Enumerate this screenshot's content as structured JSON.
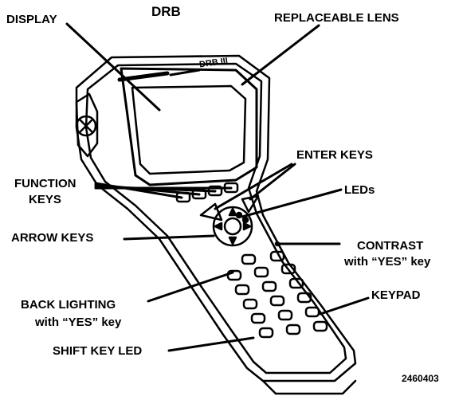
{
  "labels": {
    "title": "DRB",
    "display": "DISPLAY",
    "replaceable_lens": "REPLACEABLE LENS",
    "enter_keys": "ENTER KEYS",
    "function_keys_1": "FUNCTION",
    "function_keys_2": "KEYS",
    "leds": "LEDs",
    "arrow_keys": "ARROW KEYS",
    "contrast_1": "CONTRAST",
    "contrast_2": "with “YES” key",
    "keypad": "KEYPAD",
    "back_lighting_1": "BACK LIGHTING",
    "back_lighting_2": "with “YES” key",
    "shift_key_led": "SHIFT KEY LED",
    "figure_number": "2460403"
  },
  "device_brand": "DRB III",
  "colors": {
    "ink": "#000000",
    "paper": "#ffffff"
  }
}
